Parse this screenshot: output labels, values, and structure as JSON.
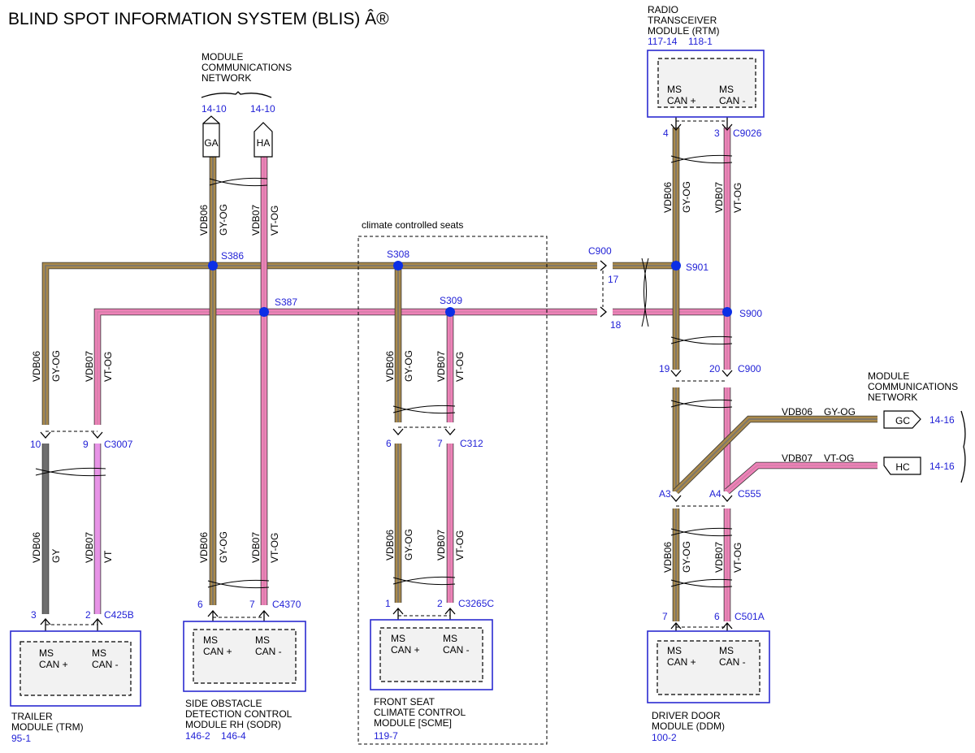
{
  "title": "BLIND SPOT INFORMATION SYSTEM (BLIS) Â®",
  "colors": {
    "gy_og_stripe": "#a9894b",
    "gy_og_core": "#737373",
    "vt_og_core": "#ee82b8",
    "vt_og_stripe": "#d47fa8",
    "gy": "#6e6e6e",
    "vt": "#e793e6",
    "outline": "#333333",
    "ref_blue": "#1f1fd6",
    "splice_blue": "#0b2ee6"
  },
  "wires": {
    "vdb06": "VDB06",
    "vdb07": "VDB07",
    "gy_og": "GY-OG",
    "vt_og": "VT-OG",
    "gy": "GY",
    "vt": "VT"
  },
  "ms_can": {
    "ms": "MS",
    "can_plus": "CAN +",
    "can_minus": "CAN -"
  },
  "network_top": {
    "label": [
      "MODULE",
      "COMMUNICATIONS",
      "NETWORK"
    ],
    "ref_left": "14-10",
    "ref_right": "14-10",
    "flag_left": "GA",
    "flag_right": "HA"
  },
  "network_right": {
    "label": [
      "MODULE",
      "COMMUNICATIONS",
      "NETWORK"
    ],
    "flag_top": "GC",
    "flag_bottom": "HC",
    "ref_top": "14-16",
    "ref_bottom": "14-16"
  },
  "climate_label": "climate controlled seats",
  "splices": {
    "s386": "S386",
    "s387": "S387",
    "s308": "S308",
    "s309": "S309",
    "s901": "S901",
    "s900": "S900"
  },
  "c900_top": {
    "name": "C900",
    "pin17": "17",
    "pin18": "18"
  },
  "rtm": {
    "label": [
      "RADIO",
      "TRANSCEIVER",
      "MODULE (RTM)"
    ],
    "ref1": "117-14",
    "ref2": "118-1",
    "connector": "C9026",
    "pin_left": "4",
    "pin_right": "3"
  },
  "c900_right": {
    "name": "C900",
    "pin_left": "19",
    "pin_right": "20"
  },
  "c555": {
    "name": "C555",
    "pin_left": "A3",
    "pin_right": "A4"
  },
  "ddm": {
    "label": [
      "DRIVER DOOR",
      "MODULE (DDM)"
    ],
    "ref": "100-2",
    "connector": "C501A",
    "pin_left": "7",
    "pin_right": "6"
  },
  "c3007": {
    "name": "C3007",
    "pin_left": "10",
    "pin_right": "9"
  },
  "trm": {
    "label": [
      "TRAILER",
      "MODULE (TRM)"
    ],
    "ref": "95-1",
    "connector": "C425B",
    "pin_left": "3",
    "pin_right": "2"
  },
  "sodr": {
    "label": [
      "SIDE OBSTACLE",
      "DETECTION CONTROL",
      "MODULE RH (SODR)"
    ],
    "ref1": "146-2",
    "ref2": "146-4",
    "connector": "C4370",
    "pin_left": "6",
    "pin_right": "7"
  },
  "c312": {
    "name": "C312",
    "pin_left": "6",
    "pin_right": "7"
  },
  "scme": {
    "label": [
      "FRONT SEAT",
      "CLIMATE CONTROL",
      "MODULE [SCME]"
    ],
    "ref": "119-7",
    "connector": "C3265C",
    "pin_left": "1",
    "pin_right": "2"
  }
}
